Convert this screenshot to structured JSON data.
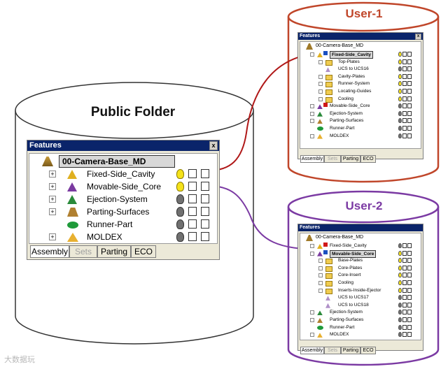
{
  "cylinders": {
    "public": {
      "title": "Public Folder"
    },
    "user1": {
      "title": "User-1",
      "color": "#c0462a"
    },
    "user2": {
      "title": "User-2",
      "color": "#7b3aa3"
    }
  },
  "public_panel": {
    "title": "Features",
    "close": "x",
    "root": "00-Camera-Base_MD",
    "items": [
      {
        "label": "Fixed-Side_Cavity",
        "bulb": "on"
      },
      {
        "label": "Movable-Side_Core",
        "bulb": "on"
      },
      {
        "label": "Ejection-System",
        "bulb": "off"
      },
      {
        "label": "Parting-Surfaces",
        "bulb": "off"
      },
      {
        "label": "Runner-Part",
        "bulb": "off"
      },
      {
        "label": "MOLDEX",
        "bulb": "off"
      }
    ],
    "tabs": [
      "Assembly",
      "Sets",
      "Parting",
      "ECO"
    ]
  },
  "user1_panel": {
    "title": "Features",
    "close": "x",
    "root": "00-Camera-Base_MD",
    "items": [
      {
        "label": "Fixed-Side_Cavity",
        "level": 1
      },
      {
        "label": "Top-Plates",
        "level": 2
      },
      {
        "label": "UCS to UCS16",
        "level": 2
      },
      {
        "label": "Cavity-Plates",
        "level": 2
      },
      {
        "label": "Runner-System",
        "level": 2
      },
      {
        "label": "Locating-Guides",
        "level": 2
      },
      {
        "label": "Cooling",
        "level": 2
      },
      {
        "label": "Movable-Side_Core",
        "level": 1
      },
      {
        "label": "Ejection-System",
        "level": 1
      },
      {
        "label": "Parting-Surfaces",
        "level": 1
      },
      {
        "label": "Runner-Part",
        "level": 1
      },
      {
        "label": "MOLDEX",
        "level": 1
      }
    ],
    "tabs": [
      "Assembly",
      "Sets",
      "Parting",
      "ECO"
    ]
  },
  "user2_panel": {
    "title": "Features",
    "close": "x",
    "root": "00-Camera-Base_MD",
    "items": [
      {
        "label": "Fixed-Side_Cavity",
        "level": 1
      },
      {
        "label": "Movable-Side_Core",
        "level": 1
      },
      {
        "label": "Base-Plates",
        "level": 2
      },
      {
        "label": "Core-Plates",
        "level": 2
      },
      {
        "label": "Core-Insert",
        "level": 2
      },
      {
        "label": "Cooling",
        "level": 2
      },
      {
        "label": "Inserts-Inside-Ejector",
        "level": 2
      },
      {
        "label": "UCS to UCS17",
        "level": 2
      },
      {
        "label": "UCS to UCS18",
        "level": 2
      },
      {
        "label": "Ejection-System",
        "level": 1
      },
      {
        "label": "Parting-Surfaces",
        "level": 1
      },
      {
        "label": "Runner-Part",
        "level": 1
      },
      {
        "label": "MOLDEX",
        "level": 1
      }
    ],
    "tabs": [
      "Assembly",
      "Sets",
      "Parting",
      "ECO"
    ]
  },
  "watermark": "大数据玩"
}
